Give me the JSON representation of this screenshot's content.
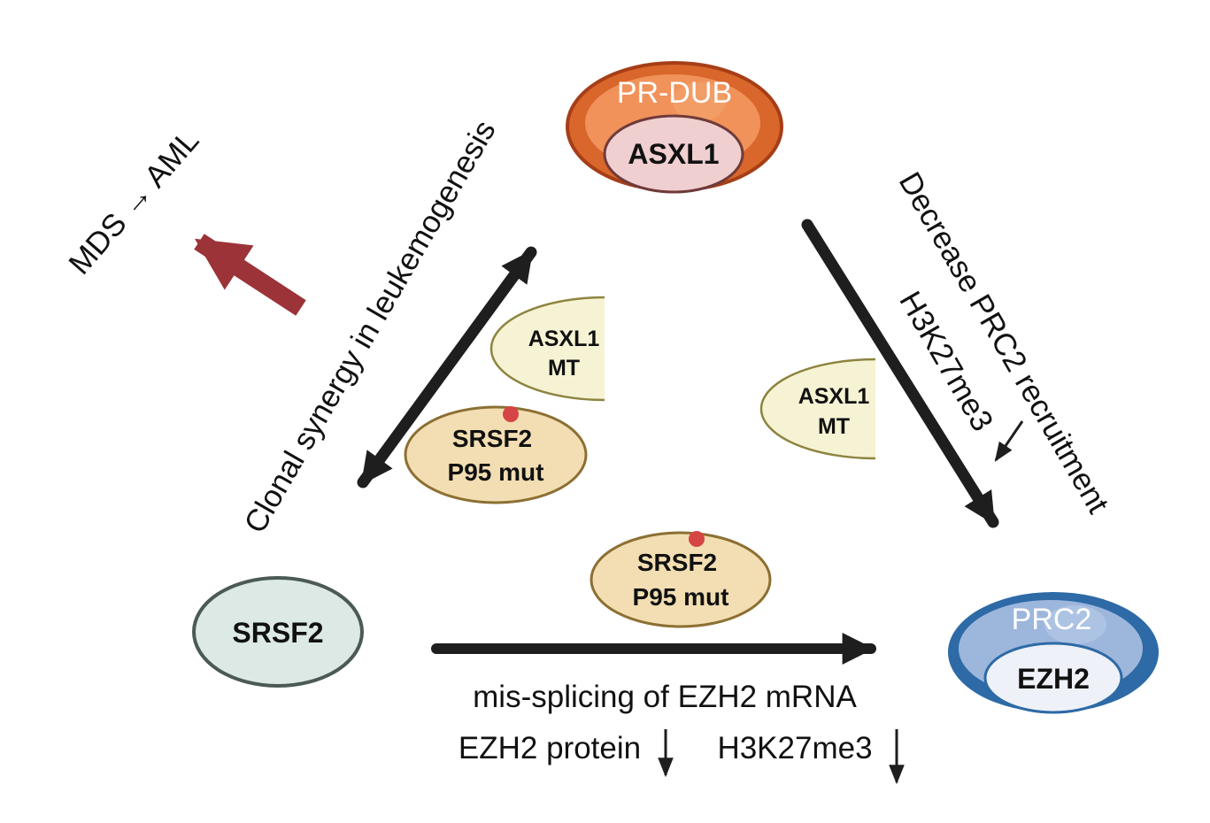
{
  "nodes": {
    "prdub": {
      "complex": "PR-DUB",
      "core": "ASXL1"
    },
    "prc2": {
      "complex": "PRC2",
      "core": "EZH2"
    },
    "srsf2": {
      "label": "SRSF2"
    }
  },
  "mutants": {
    "asxl1_mt_left": {
      "line1": "ASXL1",
      "line2": "MT"
    },
    "asxl1_mt_right": {
      "line1": "ASXL1",
      "line2": "MT"
    },
    "srsf2_mut_left": {
      "line1": "SRSF2",
      "line2": "P95 mut"
    },
    "srsf2_mut_bottom": {
      "line1": "SRSF2",
      "line2": "P95 mut"
    }
  },
  "labels": {
    "progression": "MDS → AML",
    "clonal_synergy": "Clonal synergy in leukemogenesis",
    "decrease_prc2": "Decrease PRC2 recruitment",
    "h3k27me3_right": "H3K27me3",
    "missplicing": "mis-splicing of EZH2 mRNA",
    "ezh2_protein": "EZH2 protein",
    "h3k27me3_bottom": "H3K27me3"
  },
  "colors": {
    "prdub_outer": "#d9662a",
    "prdub_inner": "#f0925a",
    "asxl1_core": "#efcfcf",
    "prc2_outer": "#2d6aa6",
    "prc2_inner": "#9db6dc",
    "ezh2_core": "#eef1f8",
    "srsf2_node": "#dce9e4",
    "mutant_asxl1": "#f6f3d4",
    "mutant_srsf2": "#f2deb2",
    "mutation_dot": "#d64545",
    "progression_arrow": "#9b3338",
    "arrow": "#1e1e1e"
  }
}
